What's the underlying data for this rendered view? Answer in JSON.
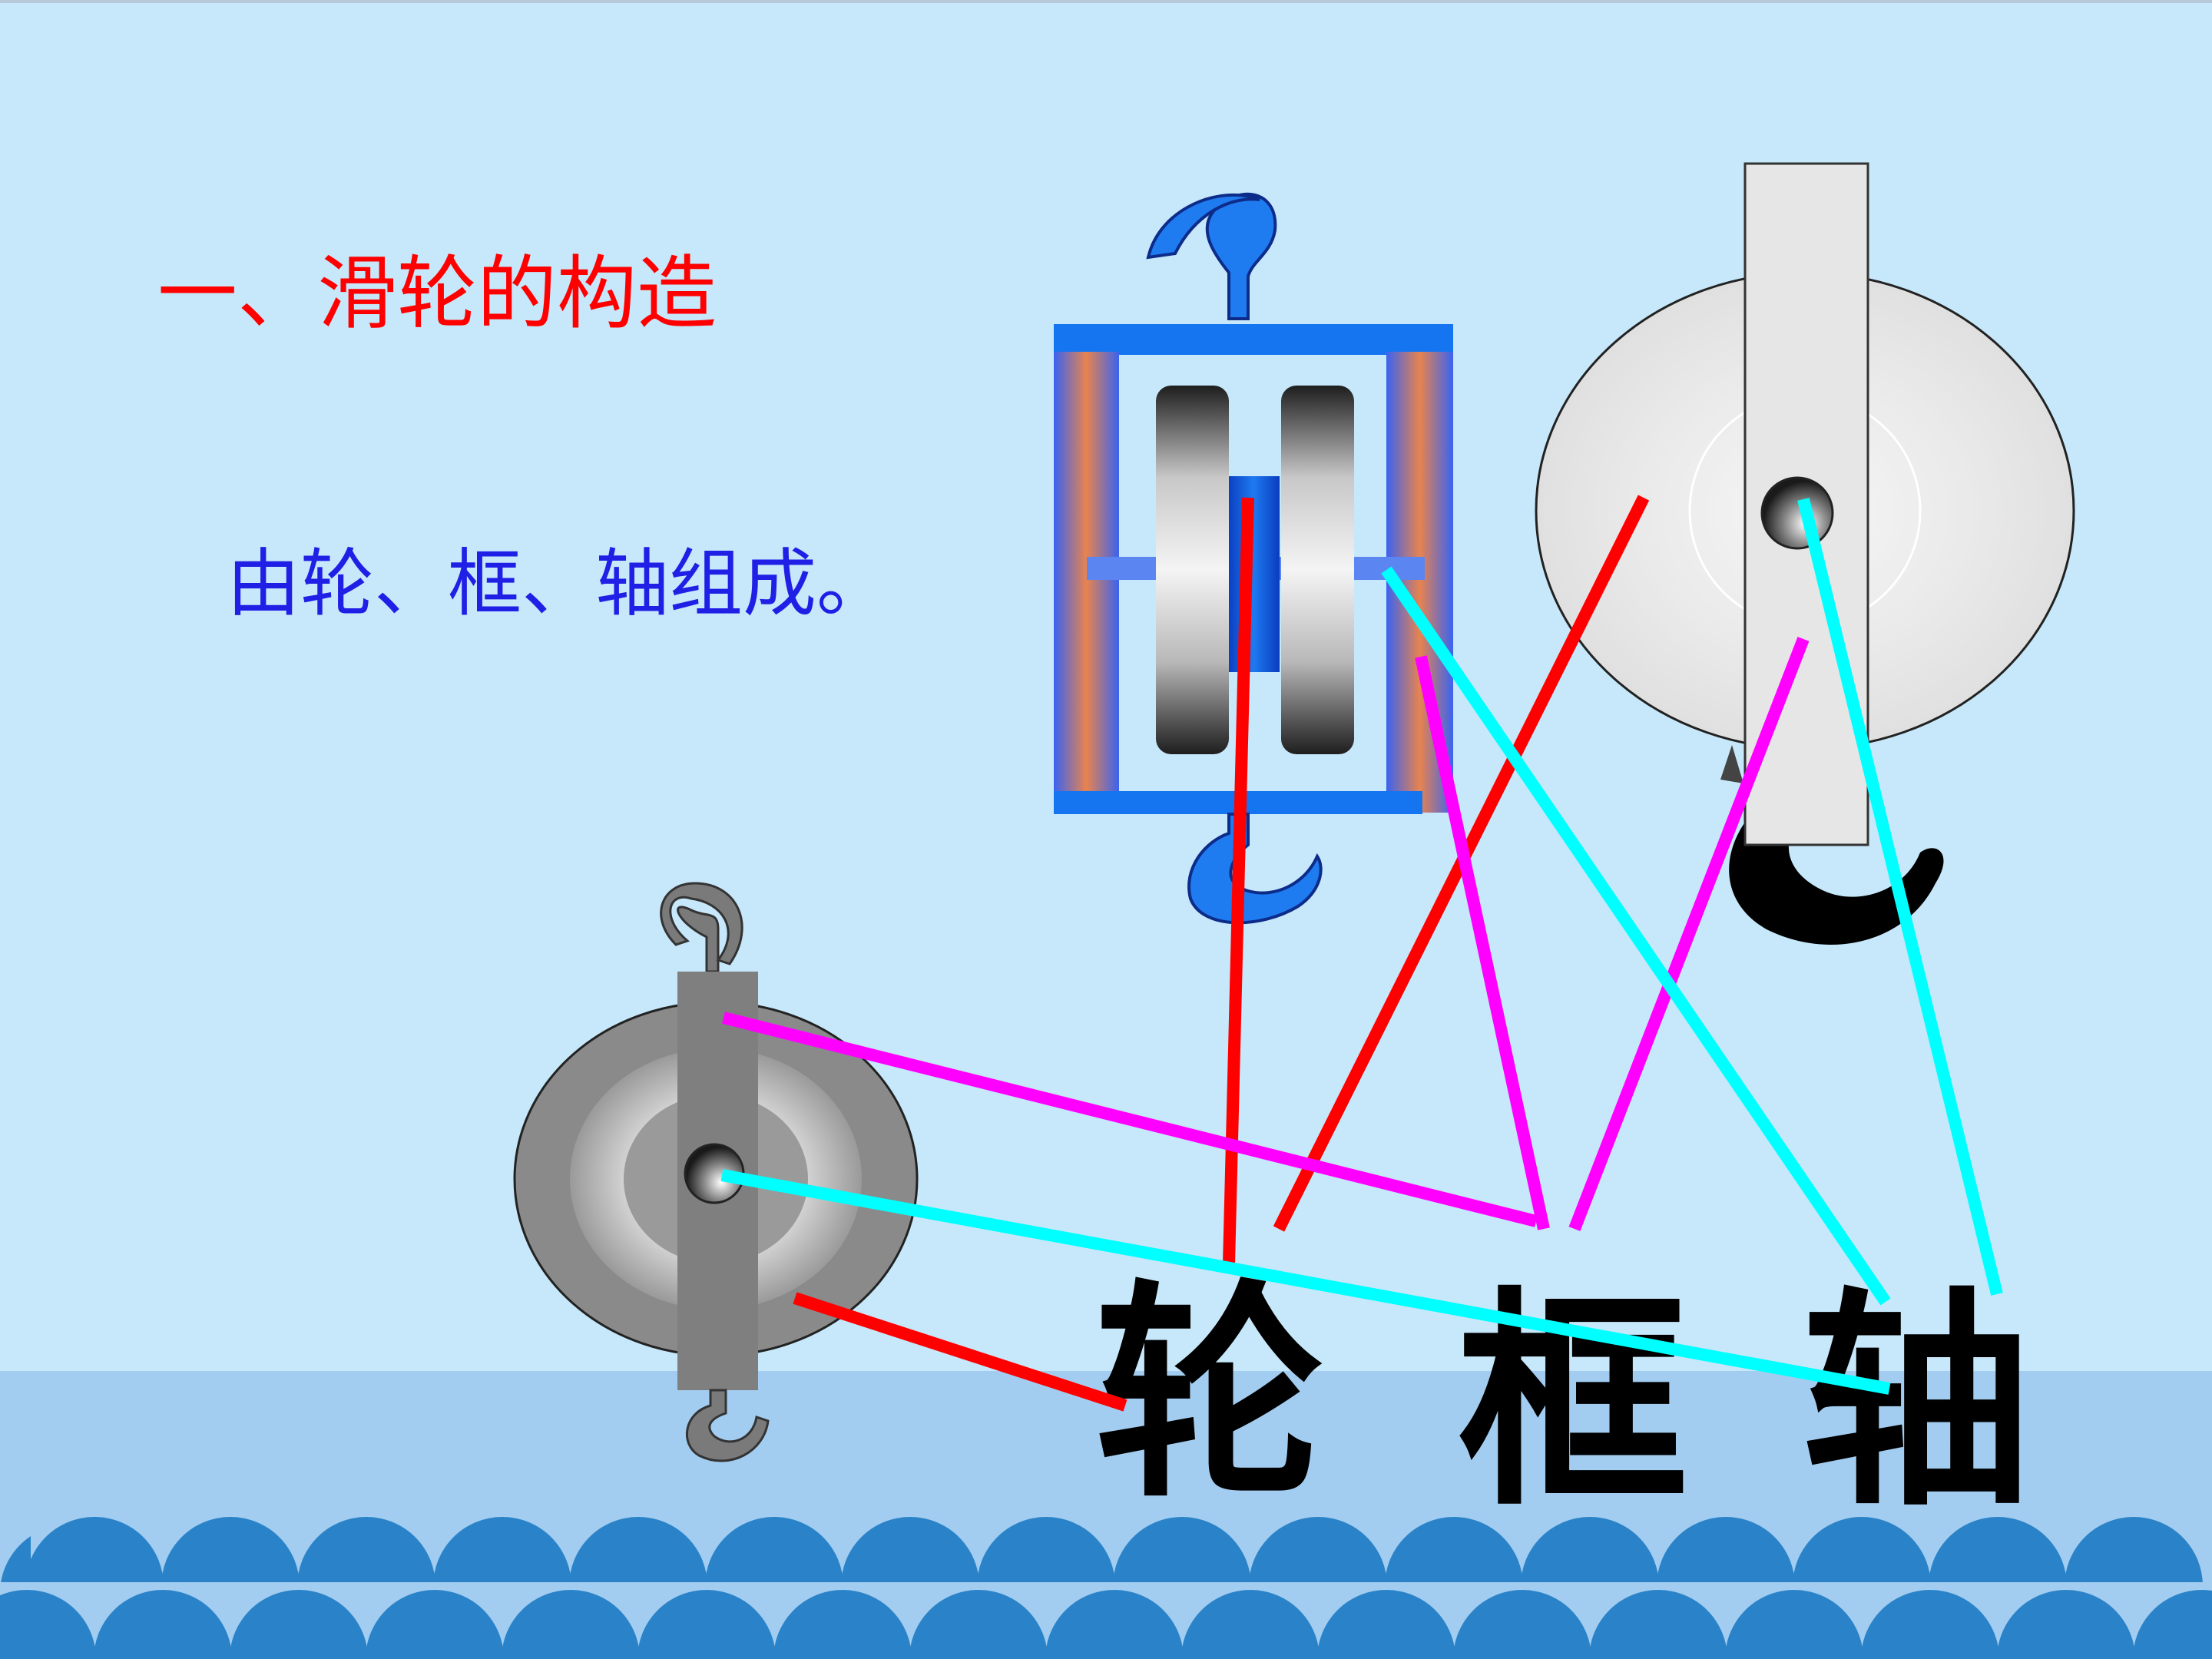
{
  "slide": {
    "title": "一、滑轮的构造",
    "subtitle": "由轮、框、轴组成。",
    "labels": {
      "wheel": "轮",
      "frame": "框",
      "axle": "轴"
    }
  },
  "colors": {
    "background": "#c6e8fa",
    "title": "#ff0000",
    "subtitle": "#1f1fe6",
    "wheel_lines": "#ff0000",
    "frame_lines": "#ff00ff",
    "axle_lines": "#00ffff",
    "waves": "#2a83c8"
  }
}
